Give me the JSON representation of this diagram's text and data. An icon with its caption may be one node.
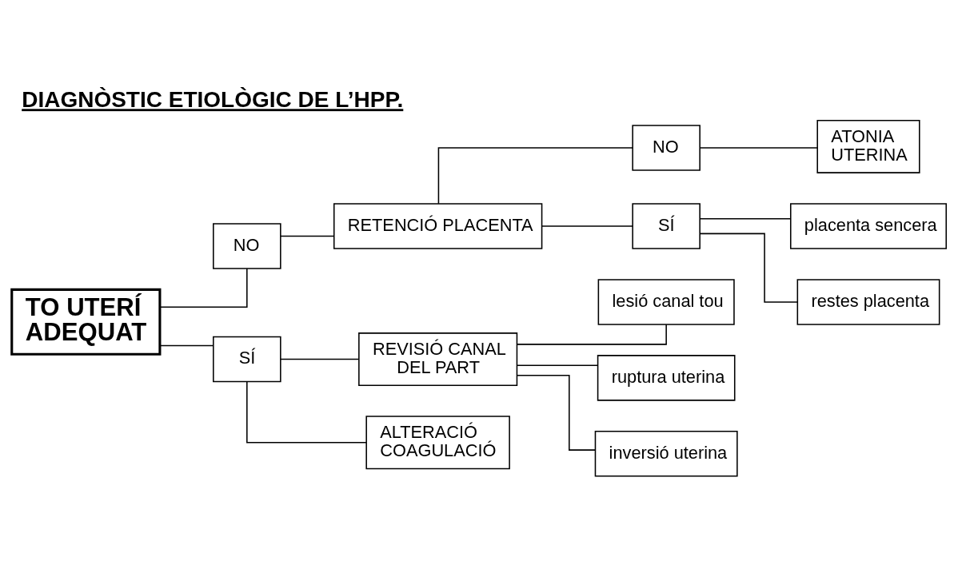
{
  "diagram": {
    "title": "DIAGNÒSTIC ETIOLÒGIC DE L’HPP.",
    "nodes": [
      {
        "text": [
          "TO UTERÍ ADEQUAT"
        ]
      },
      {
        "text": [
          "NO"
        ]
      },
      {
        "text": [
          "RETENCIÓ PLACENTA"
        ]
      },
      {
        "text": [
          "NO"
        ]
      },
      {
        "text": [
          "ATONIA UTERINA"
        ]
      },
      {
        "text": [
          "SÍ"
        ]
      },
      {
        "text": [
          "placenta sencera"
        ]
      },
      {
        "text": [
          "restes placenta"
        ]
      },
      {
        "text": [
          "SÍ"
        ]
      },
      {
        "text": [
          "REVISIÓ CANAL DEL PART"
        ]
      },
      {
        "text": [
          "lesió canal tou"
        ]
      },
      {
        "text": [
          "ruptura uterina"
        ]
      },
      {
        "text": [
          "inversió uterina"
        ]
      },
      {
        "text": [
          "ALTERACIÓ COAGULACIÓ"
        ]
      }
    ],
    "edges": [
      {
        "from": 0,
        "to": 1,
        "arrow": "none"
      },
      {
        "from": 1,
        "to": 2,
        "arrow": "none"
      },
      {
        "from": 2,
        "to": 3,
        "arrow": "none"
      },
      {
        "from": 2,
        "to": 5,
        "arrow": "none"
      },
      {
        "from": 3,
        "to": 4,
        "arrow": "none"
      },
      {
        "from": 5,
        "to": 6,
        "arrow": "none"
      },
      {
        "from": 5,
        "to": 7,
        "arrow": "none"
      },
      {
        "from": 0,
        "to": 8,
        "arrow": "none"
      },
      {
        "from": 8,
        "to": 9,
        "arrow": "none"
      },
      {
        "from": 8,
        "to": 13,
        "arrow": "none"
      },
      {
        "from": 9,
        "to": 10,
        "arrow": "none"
      },
      {
        "from": 9,
        "to": 11,
        "arrow": "none"
      },
      {
        "from": 9,
        "to": 12,
        "arrow": "none"
      }
    ]
  }
}
